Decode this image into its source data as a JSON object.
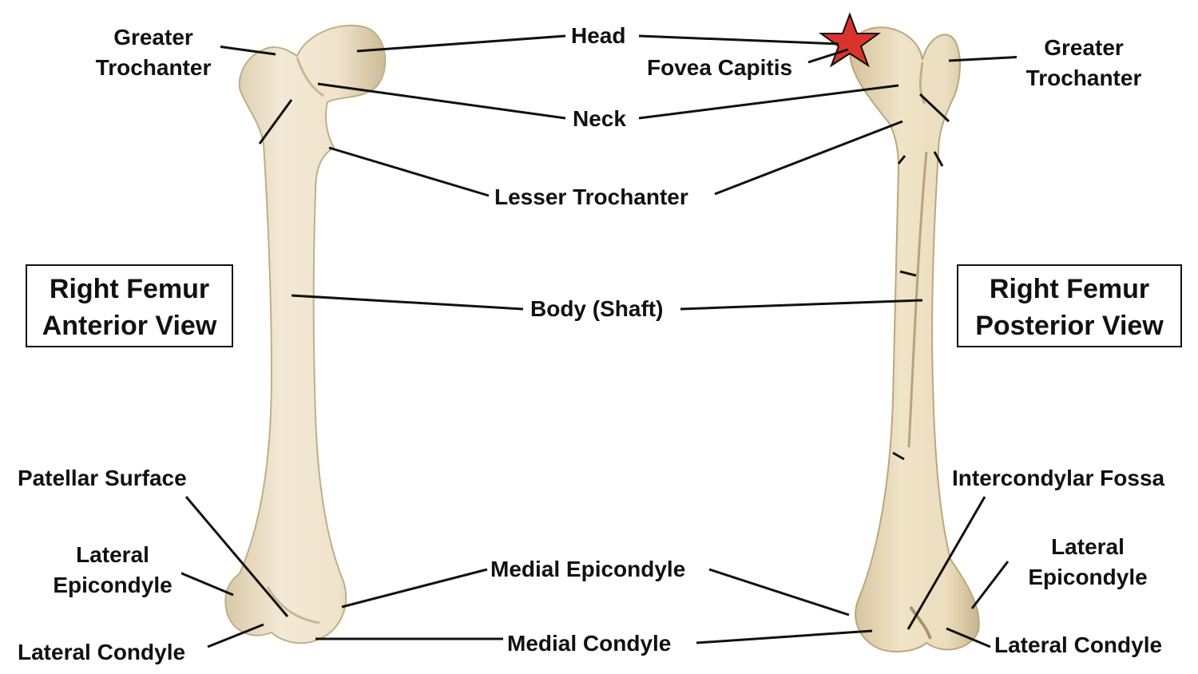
{
  "views": {
    "anterior": {
      "title_line1": "Right Femur",
      "title_line2": "Anterior View"
    },
    "posterior": {
      "title_line1": "Right Femur",
      "title_line2": "Posterior View"
    }
  },
  "labels": {
    "greater_trochanter_left": {
      "line1": "Greater",
      "line2": "Trochanter"
    },
    "greater_trochanter_right": {
      "line1": "Greater",
      "line2": "Trochanter"
    },
    "head": "Head",
    "fovea_capitis": "Fovea Capitis",
    "neck": "Neck",
    "lesser_trochanter": "Lesser Trochanter",
    "body_shaft": "Body (Shaft)",
    "patellar_surface": "Patellar Surface",
    "lateral_epicondyle_left": {
      "line1": "Lateral",
      "line2": "Epicondyle"
    },
    "lateral_epicondyle_right": {
      "line1": "Lateral",
      "line2": "Epicondyle"
    },
    "lateral_condyle_left": "Lateral Condyle",
    "lateral_condyle_right": "Lateral Condyle",
    "medial_epicondyle": "Medial Epicondyle",
    "medial_condyle": "Medial Condyle",
    "intercondylar_fossa": "Intercondylar Fossa"
  },
  "colors": {
    "bone_anterior": "#ece0c8",
    "bone_posterior": "#e9dcbc",
    "bone_shadow": "#c9b894",
    "leader_line": "#111111",
    "fovea_star": "#d9342b"
  },
  "icons": {
    "fovea_marker": "star-icon"
  }
}
